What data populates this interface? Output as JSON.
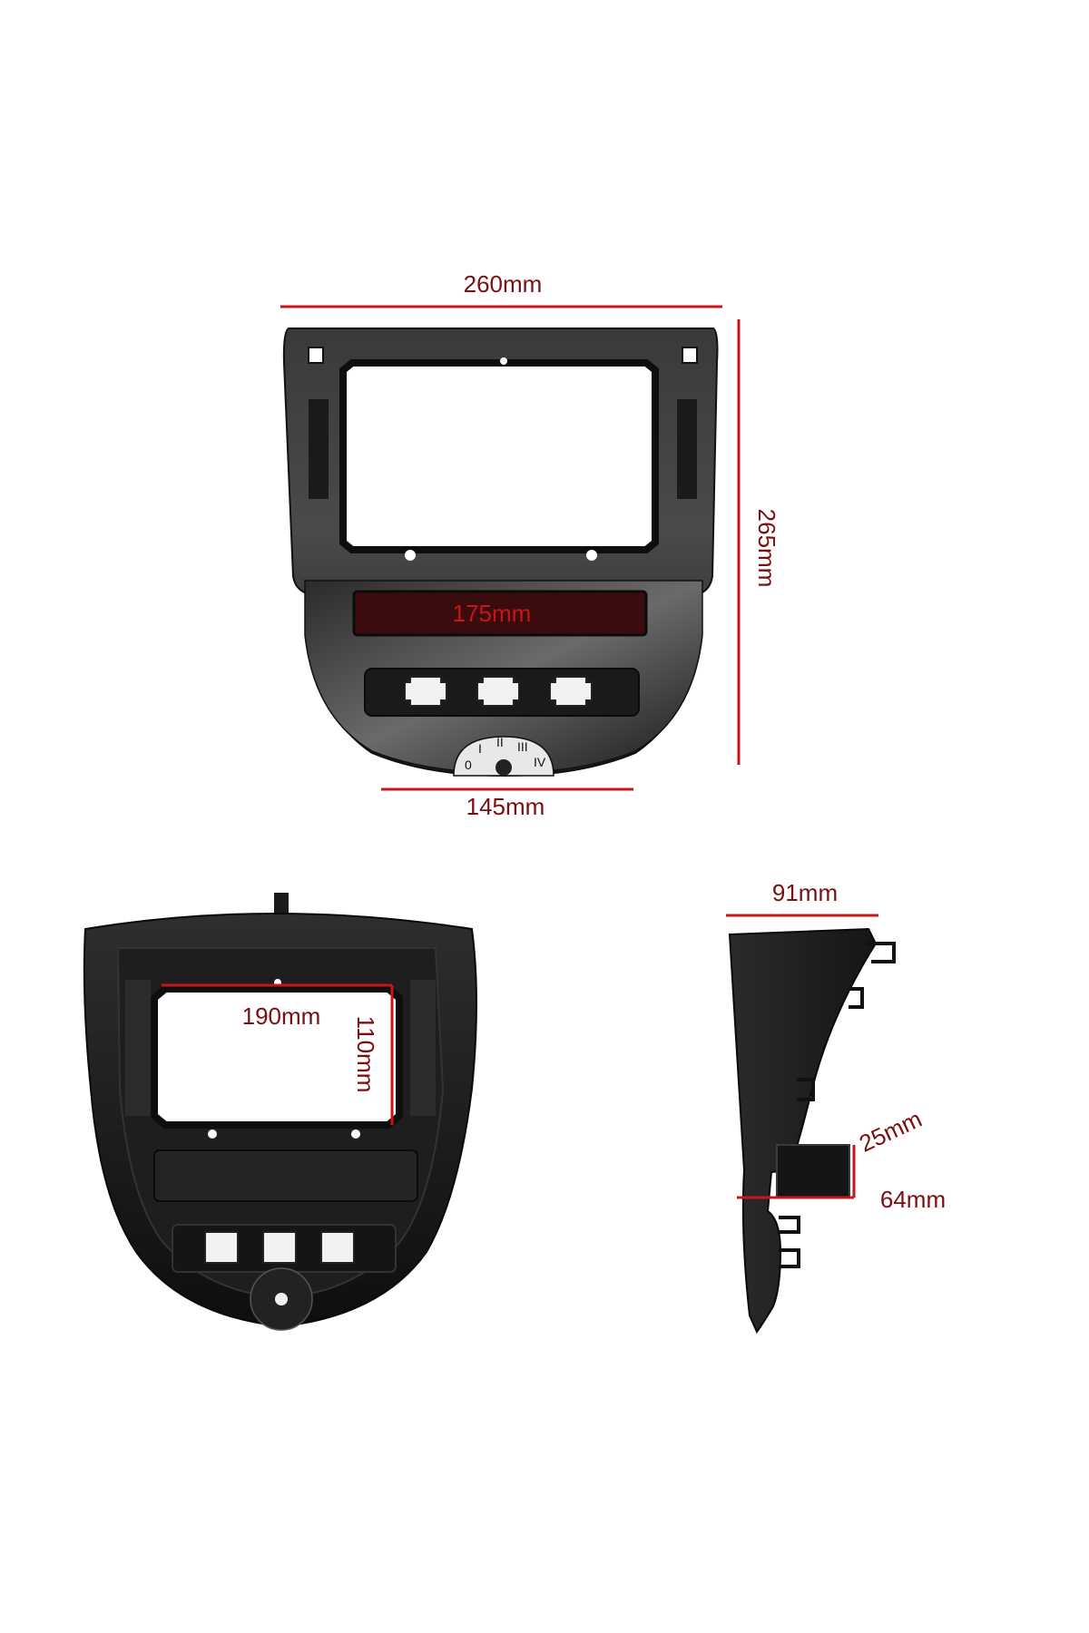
{
  "dimensions": {
    "front_width": "260mm",
    "front_height": "265mm",
    "front_slot_width": "175mm",
    "front_bottom_width": "145mm",
    "back_opening_width": "190mm",
    "back_opening_height": "110mm",
    "side_depth": "91mm",
    "side_step": "25mm",
    "side_lower": "64mm"
  },
  "dial_marks": [
    "0",
    "I",
    "II",
    "III",
    "IV"
  ],
  "colors": {
    "dimension_line": "#c8151b",
    "dimension_text": "#7a0e12",
    "panel": "#2a2a2a"
  }
}
